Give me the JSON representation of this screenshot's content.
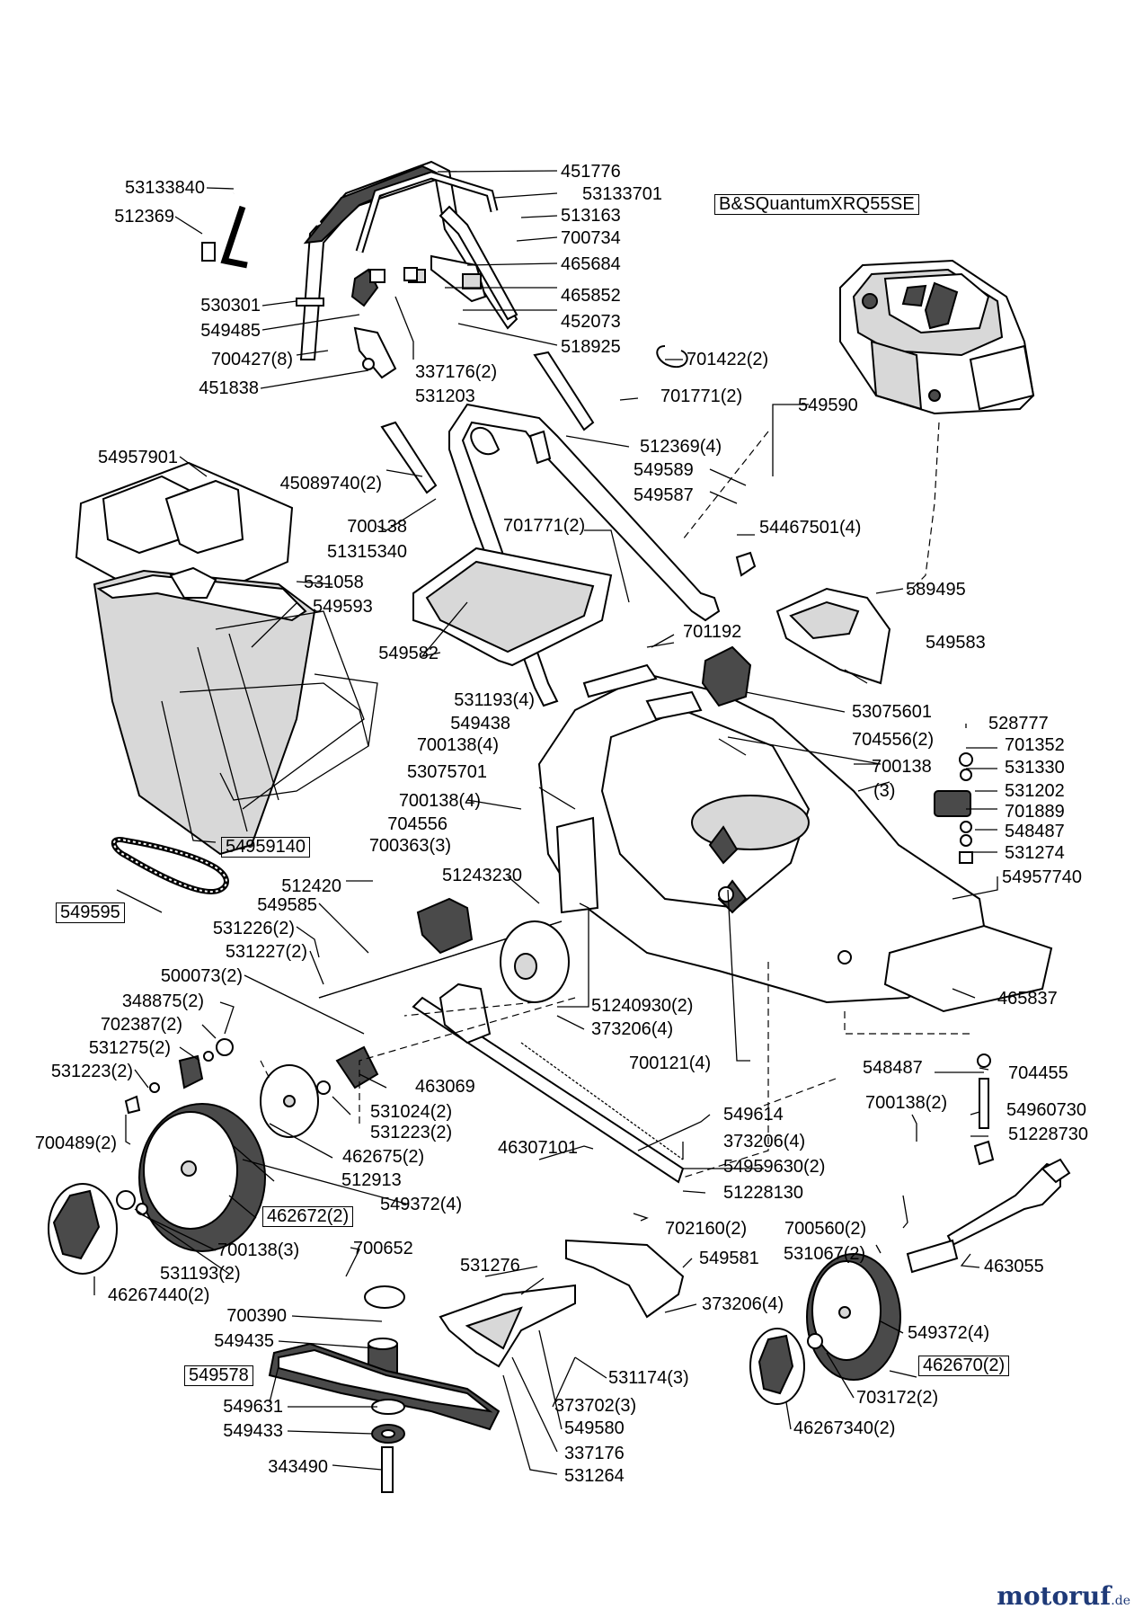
{
  "engine_label": "B&SQuantumXRQ55SE",
  "watermark": {
    "brand": "motoruf",
    "tld": ".de"
  },
  "labels": {
    "l451776": "451776",
    "l53133840": "53133840",
    "l53133701": "53133701",
    "l512369": "512369",
    "l513163": "513163",
    "l700734": "700734",
    "l465684": "465684",
    "l530301": "530301",
    "l465852": "465852",
    "l452073": "452073",
    "l549485": "549485",
    "l518925": "518925",
    "l700427": "700427(8)",
    "l701422": "701422(2)",
    "l337176_2": "337176(2)",
    "l451838": "451838",
    "l531203": "531203",
    "l701771_2a": "701771(2)",
    "l549590": "549590",
    "l54957901": "54957901",
    "l512369_4": "512369(4)",
    "l549589": "549589",
    "l45089740": "45089740(2)",
    "l549587": "549587",
    "l700138a": "700138",
    "l701771_2b": "701771(2)",
    "l54467501": "54467501(4)",
    "l51315340": "51315340",
    "l531058": "531058",
    "l589495": "589495",
    "l549593": "549593",
    "l701192": "701192",
    "l549583": "549583",
    "l549582": "549582",
    "l53075601": "53075601",
    "l531193_4": "531193(4)",
    "l528777": "528777",
    "l549438": "549438",
    "l704556_2": "704556(2)",
    "l701352": "701352",
    "l700138_4a": "700138(4)",
    "l700138_3a": "700138",
    "l700138_3b": "(3)",
    "l531330": "531330",
    "l53075701": "53075701",
    "l531202": "531202",
    "l700138_4b": "700138(4)",
    "l701889": "701889",
    "l704556": "704556",
    "l548487a": "548487",
    "l700363": "700363(3)",
    "l531274": "531274",
    "l54959140": "54959140",
    "l512420": "512420",
    "l51243230": "51243230",
    "l54957740": "54957740",
    "l549595": "549595",
    "l549585": "549585",
    "l531226": "531226(2)",
    "l531227": "531227(2)",
    "l500073": "500073(2)",
    "l51240930": "51240930(2)",
    "l465837": "465837",
    "l348875": "348875(2)",
    "l373206_4a": "373206(4)",
    "l702387": "702387(2)",
    "l700121": "700121(4)",
    "l531275": "531275(2)",
    "l548487b": "548487",
    "l704455": "704455",
    "l531223a": "531223(2)",
    "l463069": "463069",
    "l700138_2": "700138(2)",
    "l54960730": "54960730",
    "l531024": "531024(2)",
    "l549614": "549614",
    "l531223b": "531223(2)",
    "l51228730": "51228730",
    "l700489": "700489(2)",
    "l46307101": "46307101",
    "l373206_4b": "373206(4)",
    "l462675": "462675(2)",
    "l54959630": "54959630(2)",
    "l512913": "512913",
    "l51228130": "51228130",
    "l549372_4a": "549372(4)",
    "l462672": "462672(2)",
    "l702160": "702160(2)",
    "l700138_3c": "700138(3)",
    "l700560": "700560(2)",
    "l531067": "531067(2)",
    "l531193_2": "531193(2)",
    "l463055": "463055",
    "l46267440": "46267440(2)",
    "l700652": "700652",
    "l549581": "549581",
    "l531276": "531276",
    "l373206_4c": "373206(4)",
    "l700390": "700390",
    "l549372_4b": "549372(4)",
    "l549435": "549435",
    "l462670": "462670(2)",
    "l549578": "549578",
    "l531174": "531174(3)",
    "l703172": "703172(2)",
    "l549631": "549631",
    "l373702": "373702(3)",
    "l46267340": "46267340(2)",
    "l549433": "549433",
    "l549580": "549580",
    "l337176": "337176",
    "l343490": "343490",
    "l531264": "531264"
  }
}
